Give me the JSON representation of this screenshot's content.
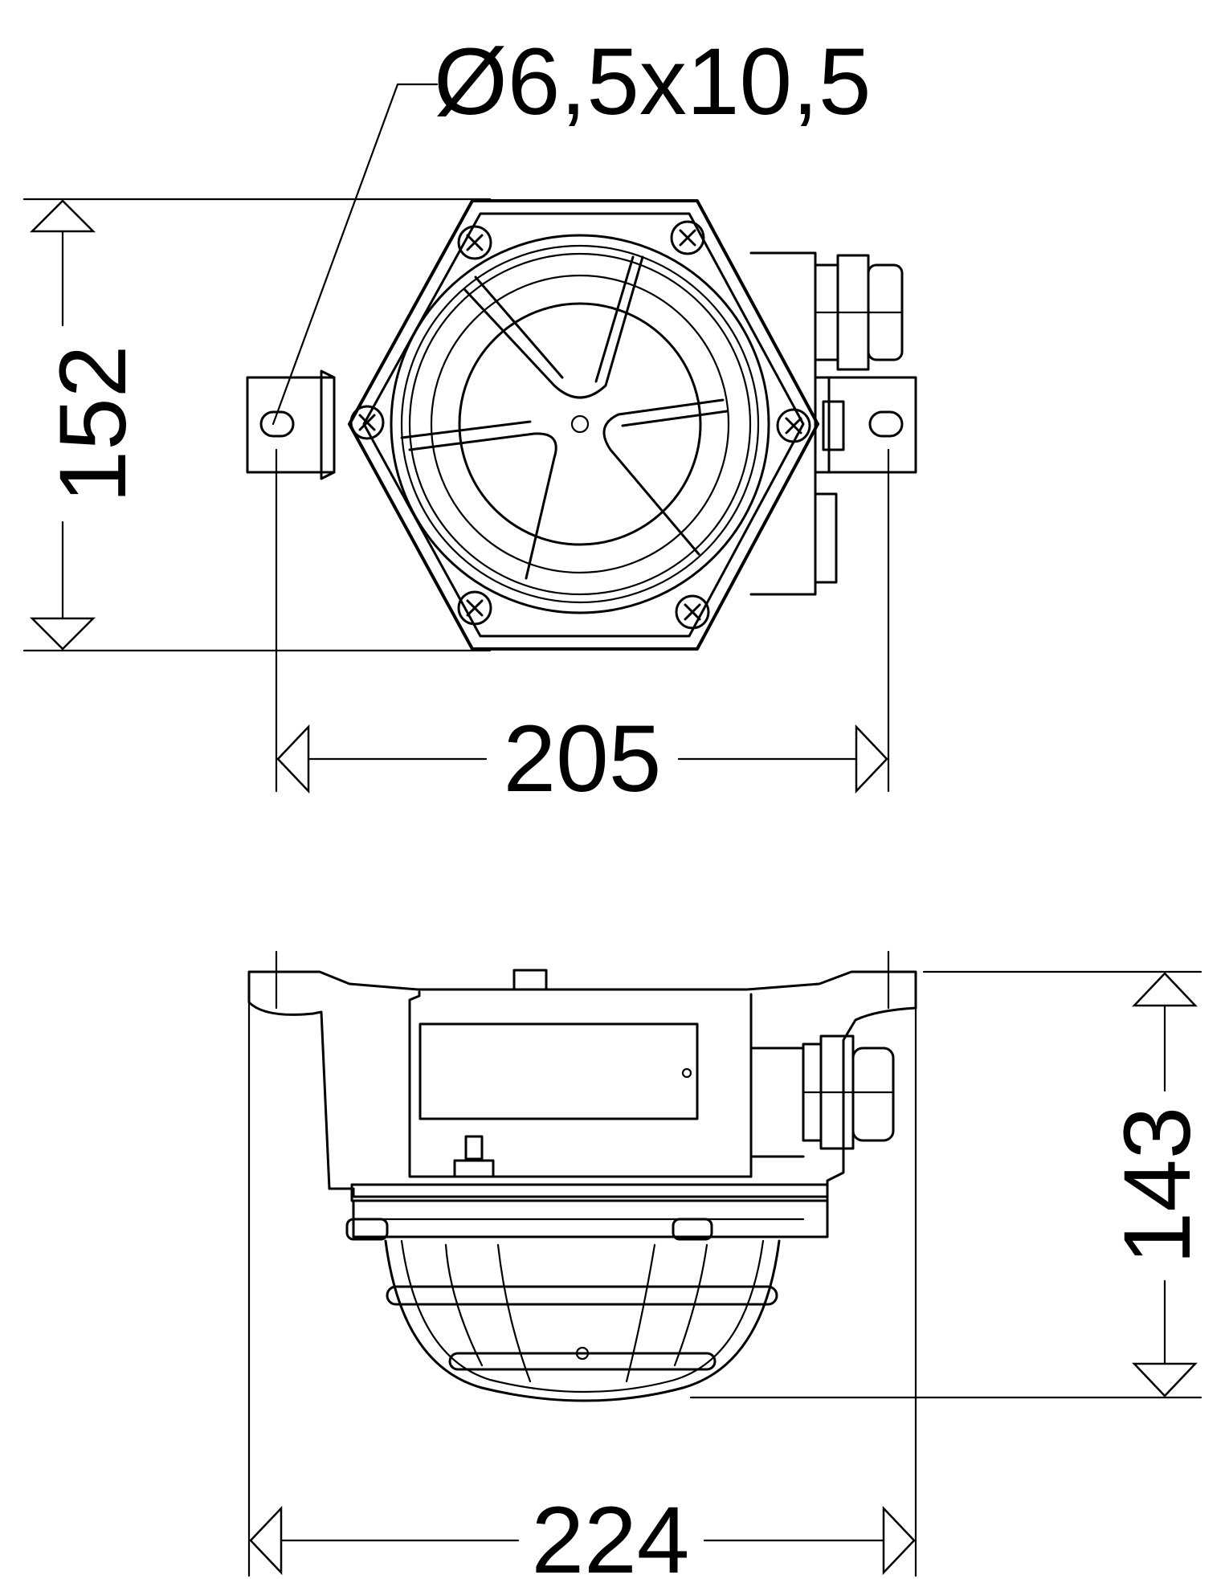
{
  "drawing": {
    "hole_label": "Ø6,5x10,5",
    "top_height_label": "152",
    "top_width_label": "205",
    "side_height_label": "143",
    "side_width_label": "224"
  },
  "colors": {
    "line": "#000000",
    "background": "#ffffff"
  }
}
